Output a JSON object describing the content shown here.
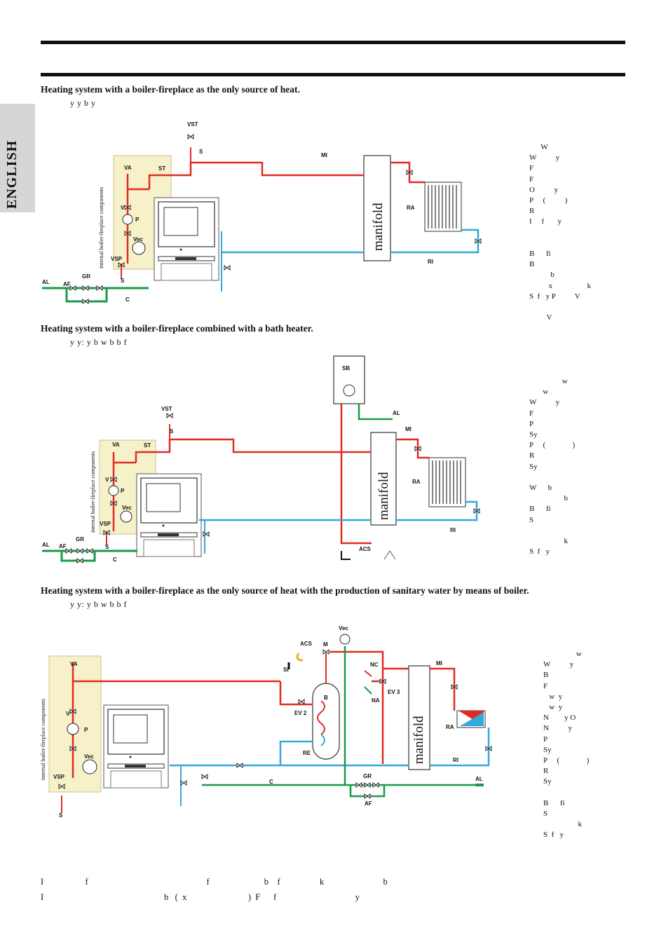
{
  "side_tab": "ENGLISH",
  "sections": [
    {
      "heading": "Heating system with a boiler-fireplace as the only source of heat.",
      "subline": "y        y                              b                           y",
      "labels": {
        "vst": "VST",
        "s_top": "S",
        "mi": "MI",
        "va": "VA",
        "st": "ST",
        "v": "V",
        "p": "P",
        "vec": "Vec",
        "vsp": "VSP",
        "s": "S",
        "ra": "RA",
        "ri": "RI",
        "al": "AL",
        "af": "AF",
        "gr": "GR",
        "c": "C",
        "manifold": "manifold",
        "internal": "internal boiler-fireplace components"
      },
      "legend": "      W\nW          y\nF\nF\nO          y\nP     (          )\nR\nI     f       y\n\n\nB      fi\nB\n           b\n          x                  k\nS  f   y P          V\n\n         V"
    },
    {
      "heading": "Heating system with a boiler-fireplace combined with a bath heater.",
      "subline": "y                         y: y           b    w    b           b    f",
      "labels": {
        "sb": "SB",
        "al_top": "AL",
        "vst": "VST",
        "s_top": "S",
        "mi": "MI",
        "va": "VA",
        "st": "ST",
        "v": "V",
        "p": "P",
        "vec": "Vec",
        "vsp": "VSP",
        "s": "S",
        "ra": "RA",
        "ri": "RI",
        "al": "AL",
        "af": "AF",
        "gr": "GR",
        "c": "C",
        "acs": "ACS",
        "manifold": "manifold",
        "internal": "internal boiler-fireplace components"
      },
      "legend": "                 w\n       w\nW          y\nF\nP\nSy\nP     (              )\nR\nSy\n\nW      b\n                  b\nB      fi\nS\n\n                  k\nS  f   y"
    },
    {
      "heading": "Heating system with a boiler-fireplace as the only source of heat with the production of sanitary water by means of boiler.",
      "subline": "y                         y: y           b    w    b           b    f",
      "labels": {
        "vec_top": "Vec",
        "acs": "ACS",
        "m": "M",
        "si": "SI",
        "nc": "NC",
        "na": "NA",
        "ev3": "EV 3",
        "ev2": "EV 2",
        "b": "B",
        "re": "RE",
        "va": "VA",
        "v": "V",
        "p": "P",
        "vec": "Vec",
        "vsp": "VSP",
        "s": "S",
        "c": "C",
        "gr": "GR",
        "af": "AF",
        "al": "AL",
        "mi": "MI",
        "ra": "RA",
        "ri": "RI",
        "manifold": "manifold",
        "internal": "internal boiler-fireplace components"
      },
      "legend": "                 w\nW          y\nB\nF\n   w  y\n   w  y\nN        y O\nN          y\nP\nSy\nP     (              )\nR\nSy\n\nB      fi\nS\n                  k\nS  f   y"
    }
  ],
  "footer": "I                   f                                                      f                         b    f                  k                           b\nI                                                       b   (  x                            )  F      f                                    y",
  "colors": {
    "hot": "#e12b22",
    "return": "#33a8dc",
    "cold": "#1a9a48",
    "panel": "#f6f1c9"
  }
}
